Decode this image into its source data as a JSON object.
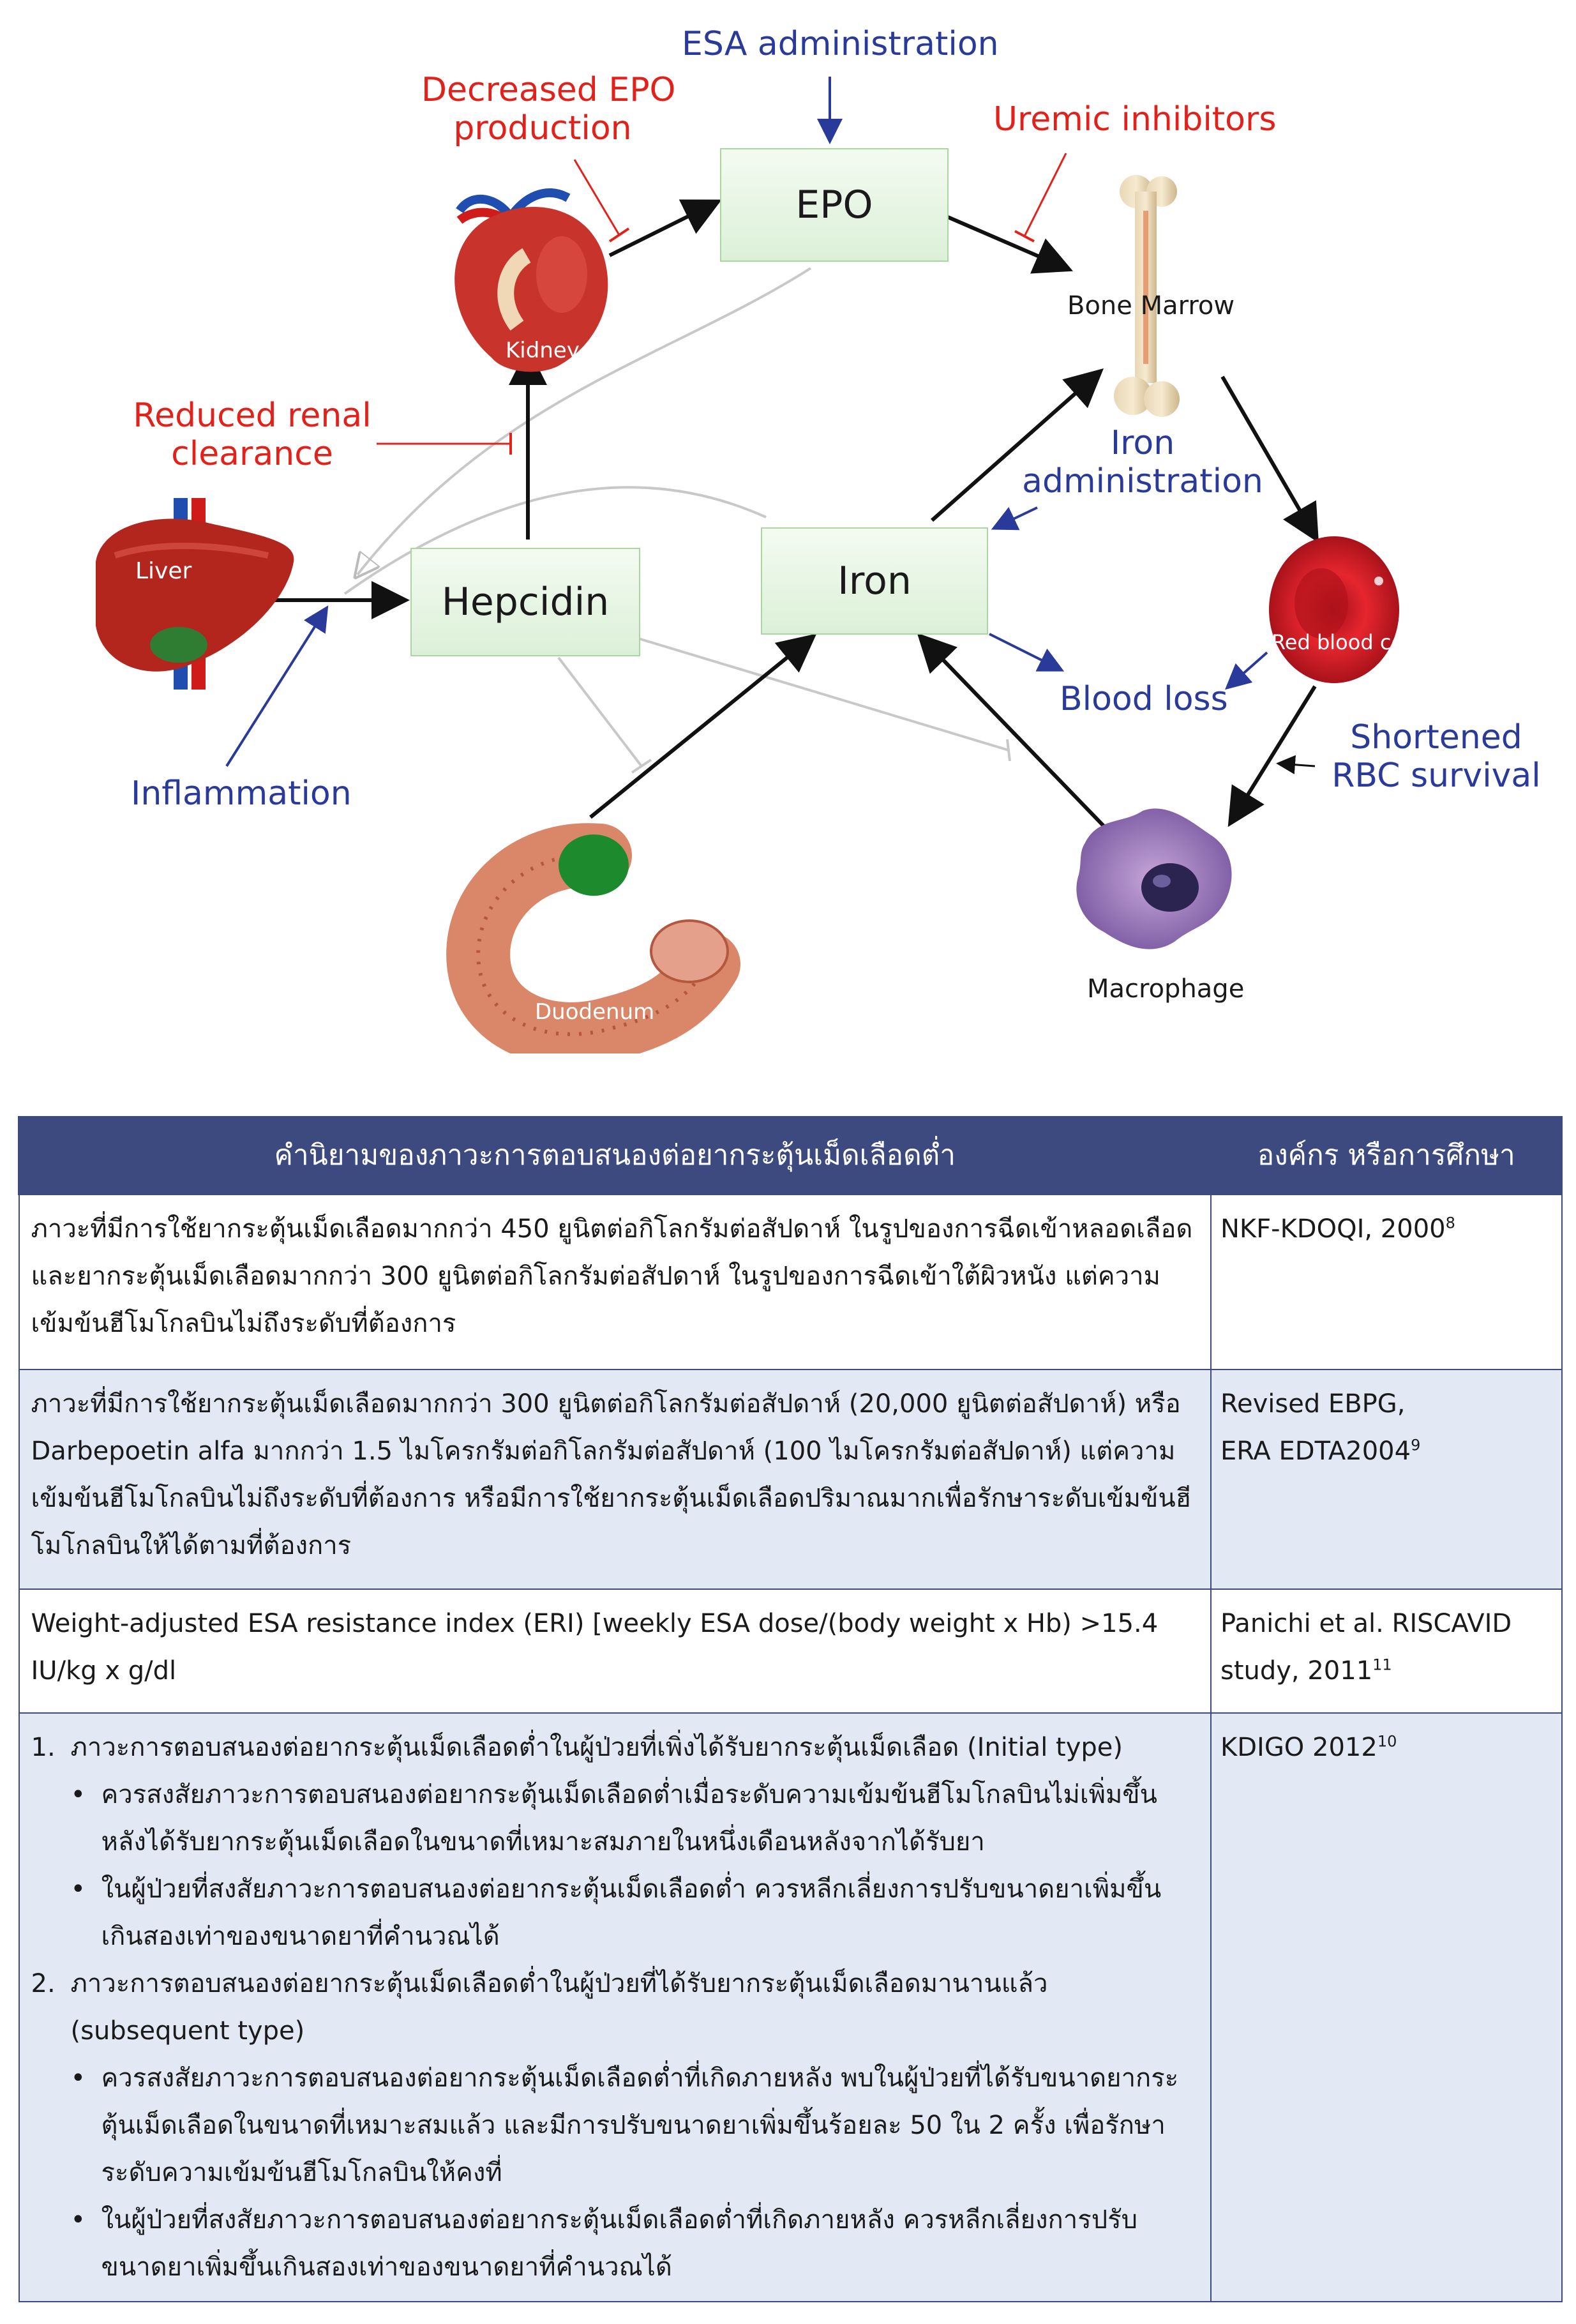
{
  "diagram": {
    "labels": {
      "esa_administration": "ESA administration",
      "decreased_epo_line1": "Decreased EPO",
      "decreased_epo_line2": "production",
      "uremic_inhibitors": "Uremic inhibitors",
      "epo": "EPO",
      "kidney": "Kidney",
      "bone_marrow": "Bone Marrow",
      "reduced_renal_line1": "Reduced renal",
      "reduced_renal_line2": "clearance",
      "iron_admin_line1": "Iron",
      "iron_admin_line2": "administration",
      "liver": "Liver",
      "hepcidin": "Hepcidin",
      "iron": "Iron",
      "red_blood_cell": "Red blood cell",
      "blood_loss": "Blood loss",
      "shortened_line1": "Shortened",
      "shortened_line2": "RBC survival",
      "inflammation": "Inflammation",
      "duodenum": "Duodenum",
      "macrophage": "Macrophage"
    },
    "colors": {
      "red_label": "#e3211b",
      "blue_label": "#2a3a9a",
      "box_fill": "#dcf0d8",
      "box_border": "#a9d6a1"
    }
  },
  "table": {
    "header": {
      "definition": "คำนิยามของภาวะการตอบสนองต่อยากระตุ้นเม็ดเลือดต่ำ",
      "organization": "องค์กร หรือการศึกษา"
    },
    "rows": [
      {
        "definition": "ภาวะที่มีการใช้ยากระตุ้นเม็ดเลือดมากกว่า 450 ยูนิตต่อกิโลกรัมต่อสัปดาห์ ในรูปของการฉีดเข้าหลอดเลือด และยากระตุ้นเม็ดเลือดมากกว่า 300 ยูนิตต่อกิโลกรัมต่อสัปดาห์ ในรูปของการฉีดเข้าใต้ผิวหนัง แต่ความเข้มข้นฮีโมโกลบินไม่ถึงระดับที่ต้องการ",
        "source": "NKF-KDOQI, 2000",
        "source_ref": "8"
      },
      {
        "definition": "ภาวะที่มีการใช้ยากระตุ้นเม็ดเลือดมากกว่า 300 ยูนิตต่อกิโลกรัมต่อสัปดาห์ (20,000 ยูนิตต่อสัปดาห์) หรือ Darbepoetin alfa มากกว่า 1.5 ไมโครกรัมต่อกิโลกรัมต่อสัปดาห์ (100 ไมโครกรัมต่อสัปดาห์) แต่ความเข้มข้นฮีโมโกลบินไม่ถึงระดับที่ต้องการ หรือมีการใช้ยากระตุ้นเม็ดเลือดปริมาณมากเพื่อรักษาระดับเข้มข้นฮีโมโกลบินให้ได้ตามที่ต้องการ",
        "source_line1": "Revised EBPG,",
        "source_line2": "ERA EDTA2004",
        "source_ref": "9"
      },
      {
        "definition": "Weight-adjusted ESA resistance index (ERI) [weekly ESA dose/(body weight x Hb) >15.4 IU/kg x g/dl",
        "source_line1": "Panichi et al. RISCAVID",
        "source_line2": "study, 2011",
        "source_ref": "11"
      },
      {
        "item1_number": "1.",
        "item1_title": "ภาวะการตอบสนองต่อยากระตุ้นเม็ดเลือดต่ำในผู้ป่วยที่เพิ่งได้รับยากระตุ้นเม็ดเลือด (Initial type)",
        "item1_bullets": [
          "ควรสงสัยภาวะการตอบสนองต่อยากระตุ้นเม็ดเลือดต่ำเมื่อระดับความเข้มข้นฮีโมโกลบินไม่เพิ่มขึ้นหลังได้รับยากระตุ้นเม็ดเลือดในขนาดที่เหมาะสมภายในหนึ่งเดือนหลังจากได้รับยา",
          "ในผู้ป่วยที่สงสัยภาวะการตอบสนองต่อยากระตุ้นเม็ดเลือดต่ำ ควรหลีกเลี่ยงการปรับขนาดยาเพิ่มขึ้นเกินสองเท่าของขนาดยาที่คำนวณได้"
        ],
        "item2_number": "2.",
        "item2_title": "ภาวะการตอบสนองต่อยากระตุ้นเม็ดเลือดต่ำในผู้ป่วยที่ได้รับยากระตุ้นเม็ดเลือดมานานแล้ว (subsequent type)",
        "item2_bullets": [
          "ควรสงสัยภาวะการตอบสนองต่อยากระตุ้นเม็ดเลือดต่ำที่เกิดภายหลัง พบในผู้ป่วยที่ได้รับขนาดยากระตุ้นเม็ดเลือดในขนาดที่เหมาะสมแล้ว และมีการปรับขนาดยาเพิ่มขึ้นร้อยละ 50 ใน 2 ครั้ง เพื่อรักษาระดับความเข้มข้นฮีโมโกลบินให้คงที่",
          "ในผู้ป่วยที่สงสัยภาวะการตอบสนองต่อยากระตุ้นเม็ดเลือดต่ำที่เกิดภายหลัง ควรหลีกเลี่ยงการปรับขนาดยาเพิ่มขึ้นเกินสองเท่าของขนาดยาที่คำนวณได้"
        ],
        "source": "KDIGO 2012",
        "source_ref": "10"
      }
    ]
  }
}
